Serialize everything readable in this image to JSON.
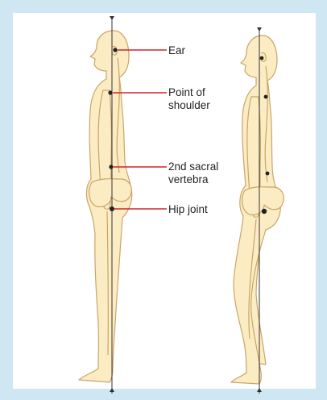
{
  "labels": {
    "ear": "Ear",
    "point_of_shoulder_line1": "Point of",
    "point_of_shoulder_line2": "shoulder",
    "sacral_line1": "2nd sacral",
    "sacral_line2": "vertebra",
    "hip_joint": "Hip joint"
  },
  "colors": {
    "background": "#cfe6f3",
    "panel": "#ffffff",
    "body_fill": "#fcecc4",
    "body_outline": "#c9a567",
    "leader_line": "#d2232a",
    "plumb_line": "#333333"
  }
}
